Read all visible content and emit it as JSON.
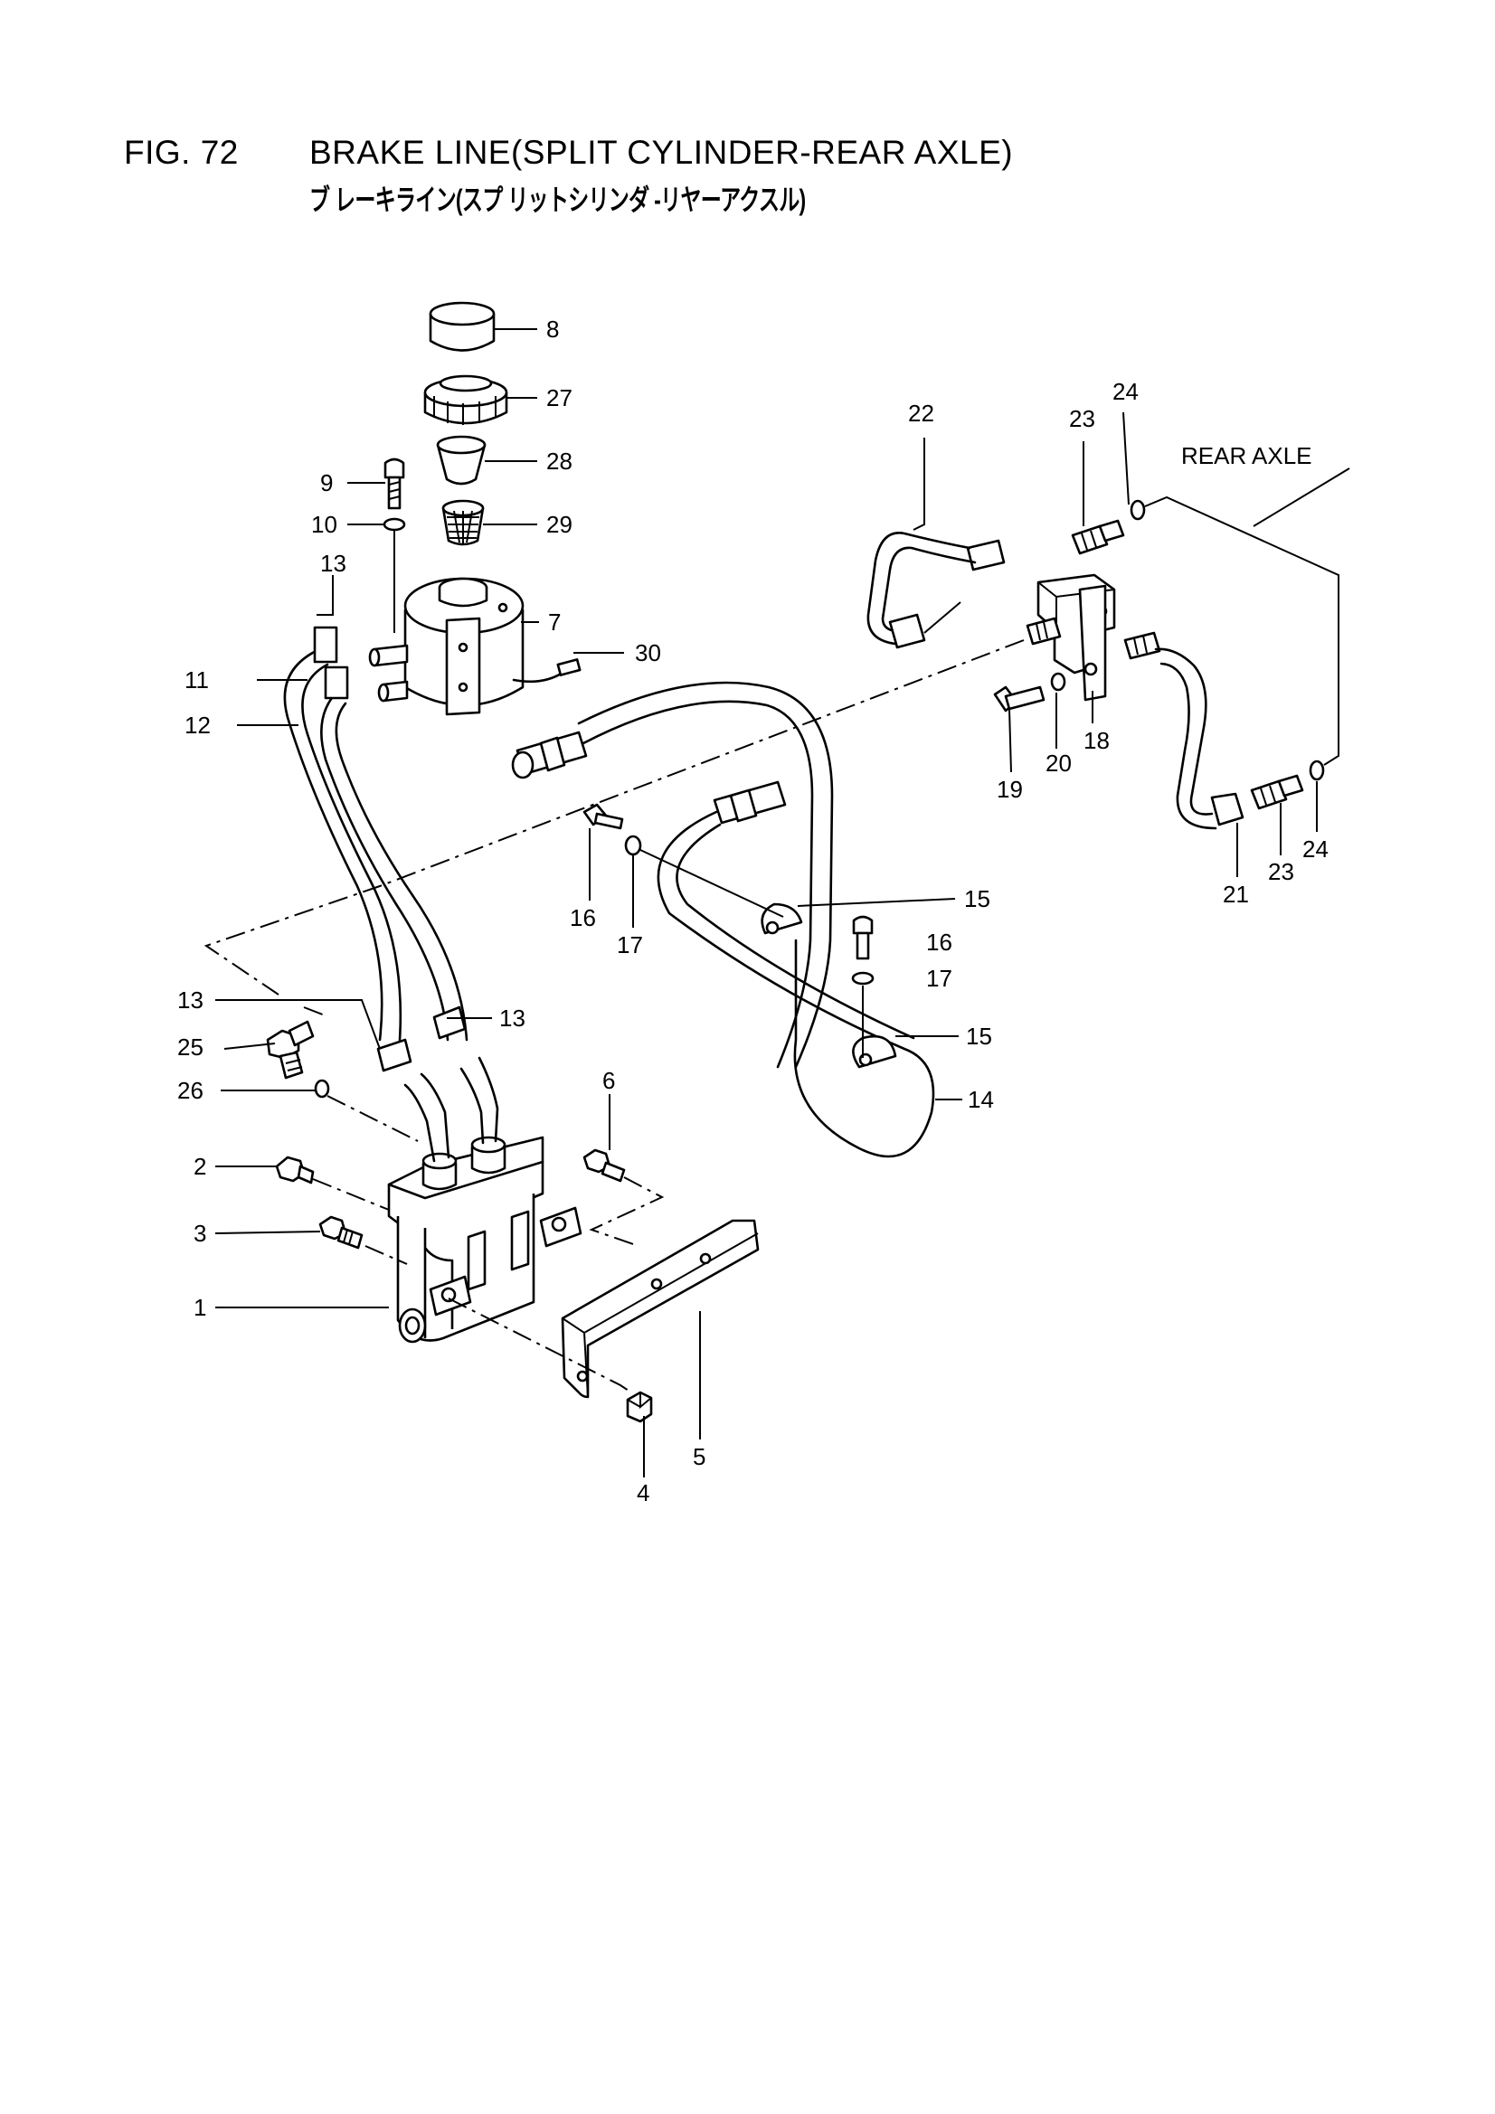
{
  "header": {
    "fig_no": "FIG. 72",
    "title_en": "BRAKE LINE(SPLIT CYLINDER-REAR AXLE)",
    "title_jp": "ブ レーキライン(スプ リットシリンダ -リヤーアクスル)"
  },
  "callouts": {
    "c1": "1",
    "c2": "2",
    "c3": "3",
    "c4": "4",
    "c5": "5",
    "c6": "6",
    "c7": "7",
    "c8": "8",
    "c9": "9",
    "c10": "10",
    "c11": "11",
    "c12": "12",
    "c13a": "13",
    "c13b": "13",
    "c13c": "13",
    "c14": "14",
    "c15a": "15",
    "c15b": "15",
    "c16a": "16",
    "c16b": "16",
    "c17a": "17",
    "c17b": "17",
    "c18": "18",
    "c19": "19",
    "c20": "20",
    "c21": "21",
    "c22": "22",
    "c23a": "23",
    "c23b": "23",
    "c24a": "24",
    "c24b": "24",
    "c25": "25",
    "c26": "26",
    "c27": "27",
    "c28": "28",
    "c29": "29",
    "c30": "30"
  },
  "labels": {
    "rear_axle": "REAR AXLE"
  }
}
